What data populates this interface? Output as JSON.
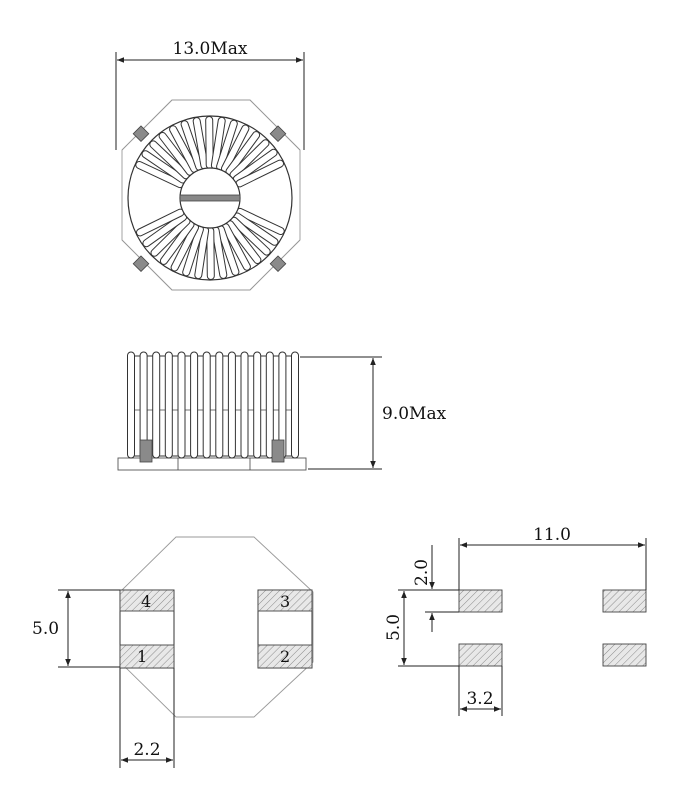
{
  "top_view": {
    "width_label": "13.0Max"
  },
  "side_view": {
    "height_label": "9.0Max"
  },
  "bottom_view": {
    "pins": {
      "p1": "1",
      "p2": "2",
      "p3": "3",
      "p4": "4"
    },
    "height_label": "5.0",
    "pad_width_label": "2.2"
  },
  "pad_layout": {
    "width_label": "11.0",
    "gap_label": "2.0",
    "height_label": "5.0",
    "pad_width_label": "3.2"
  }
}
